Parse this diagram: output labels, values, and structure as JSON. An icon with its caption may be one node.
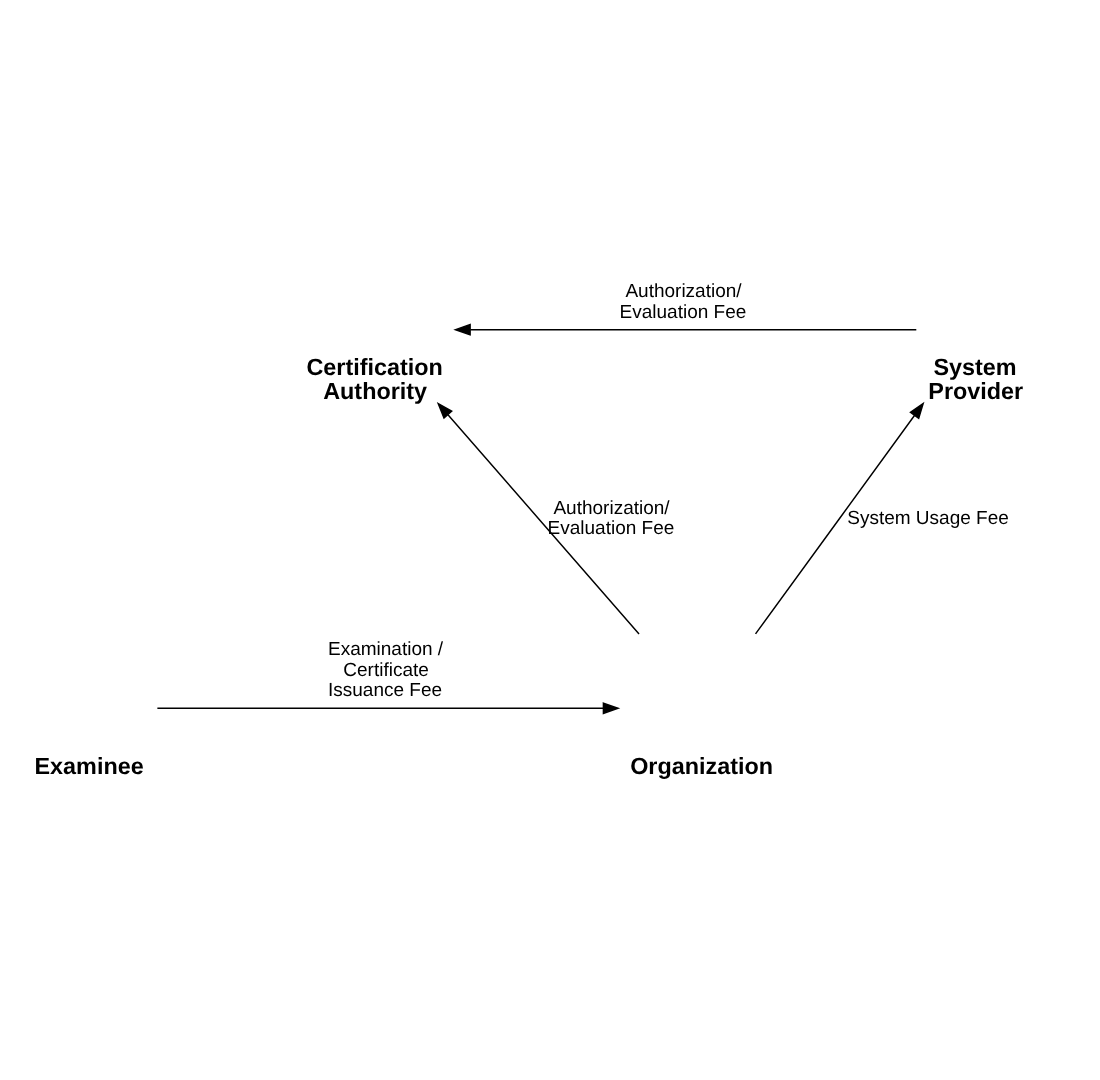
{
  "diagram": {
    "nodes": [
      {
        "text": [
          "Certification Authority"
        ]
      },
      {
        "text": [
          "System Provider"
        ]
      },
      {
        "text": [
          "Examinee"
        ]
      },
      {
        "text": [
          "Organization"
        ]
      }
    ],
    "edges": [
      {
        "from": 1,
        "to": 0,
        "arrow": "to",
        "label": "Authorization/ Evaluation Fee"
      },
      {
        "from": 3,
        "to": 0,
        "arrow": "to",
        "label": "Authorization/ Evaluation Fee"
      },
      {
        "from": 3,
        "to": 1,
        "arrow": "to",
        "label": "System Usage Fee"
      },
      {
        "from": 2,
        "to": 3,
        "arrow": "to",
        "label": "Examination / Certificate Issuance Fee"
      }
    ]
  }
}
